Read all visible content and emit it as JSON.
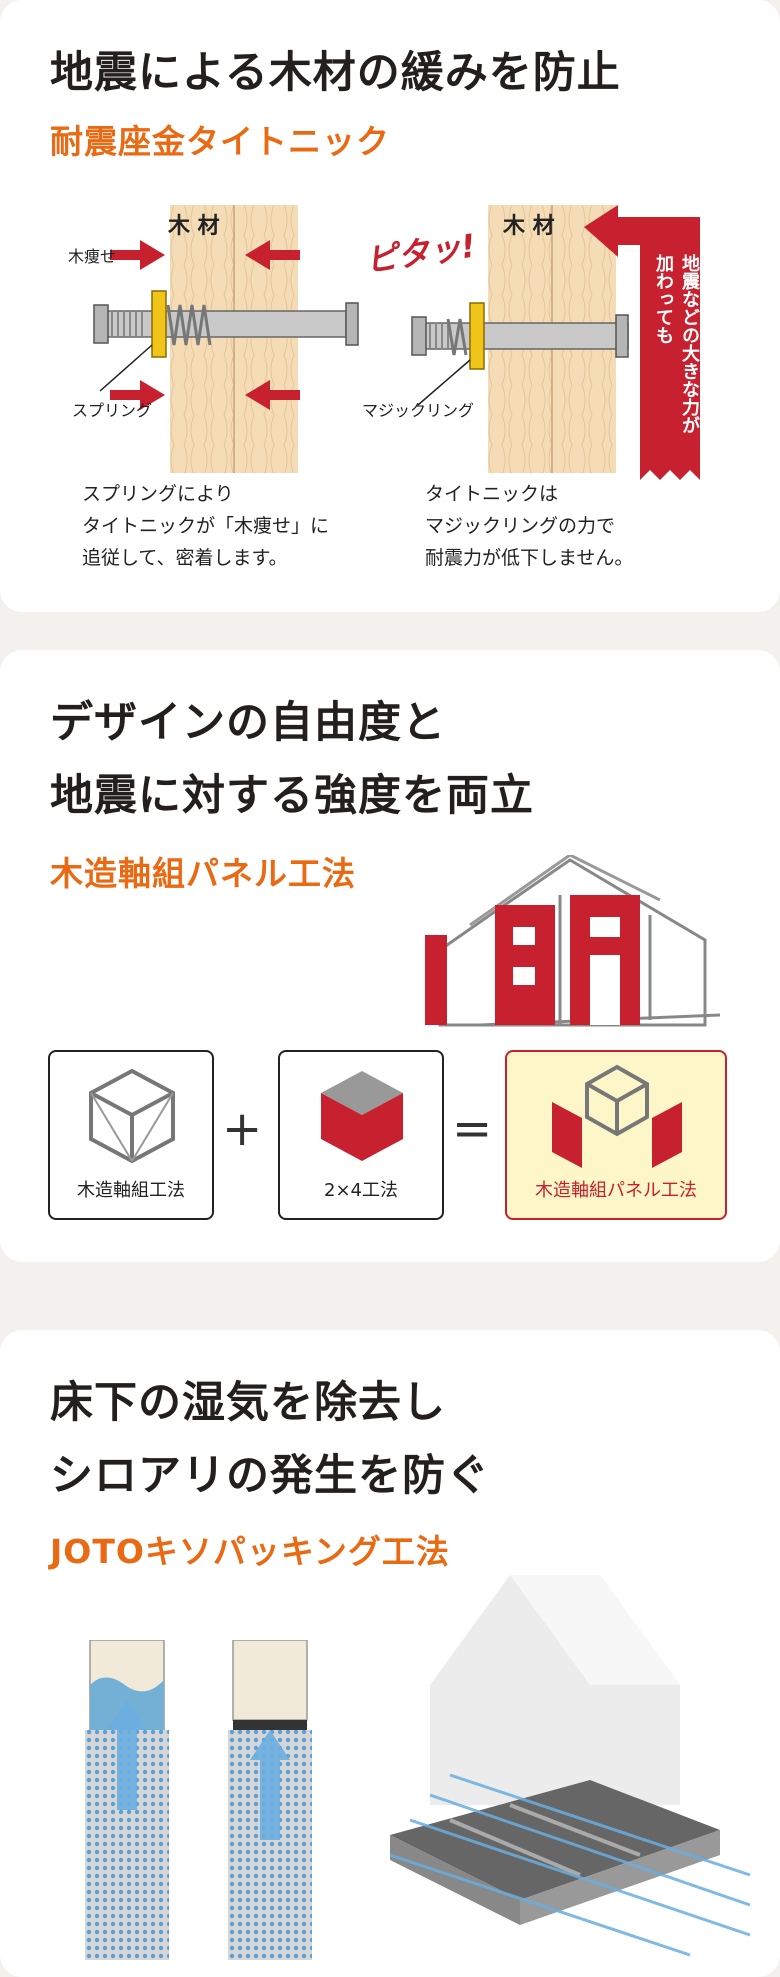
{
  "section1": {
    "title": "地震による木材の緩みを防止",
    "subtitle": "耐震座金タイトニック",
    "diagram": {
      "wood_label": "木 材",
      "shrink_label": "木痩せ",
      "spring_label": "スプリング",
      "magic_label": "マジックリング",
      "pita_text": "ピタッ!",
      "force_text": [
        "地震などの大きな力が",
        "加わっても"
      ]
    },
    "caption_left": [
      "スプリングにより",
      "タイトニックが「木痩せ」に",
      "追従して、密着します。"
    ],
    "caption_right": [
      "タイトニックは",
      "マジックリングの力で",
      "耐震力が低下しません。"
    ]
  },
  "section2": {
    "title_lines": [
      "デザインの自由度と",
      "地震に対する強度を両立"
    ],
    "subtitle": "木造軸組パネル工法",
    "boxes": [
      {
        "label": "木造軸組工法"
      },
      {
        "label": "2×4工法"
      },
      {
        "label": "木造軸組パネル工法"
      }
    ],
    "plus": "+",
    "equals": "="
  },
  "section3": {
    "title_lines": [
      "床下の湿気を除去し",
      "シロアリの発生を防ぐ"
    ],
    "subtitle": "JOTOキソパッキング工法"
  },
  "colors": {
    "accent_orange": "#ea6a14",
    "brand_red": "#c7202e",
    "wood": "#f4dcb6",
    "highlight_box": "#fdf6c8",
    "blue_arrow": "#6aaee0"
  }
}
